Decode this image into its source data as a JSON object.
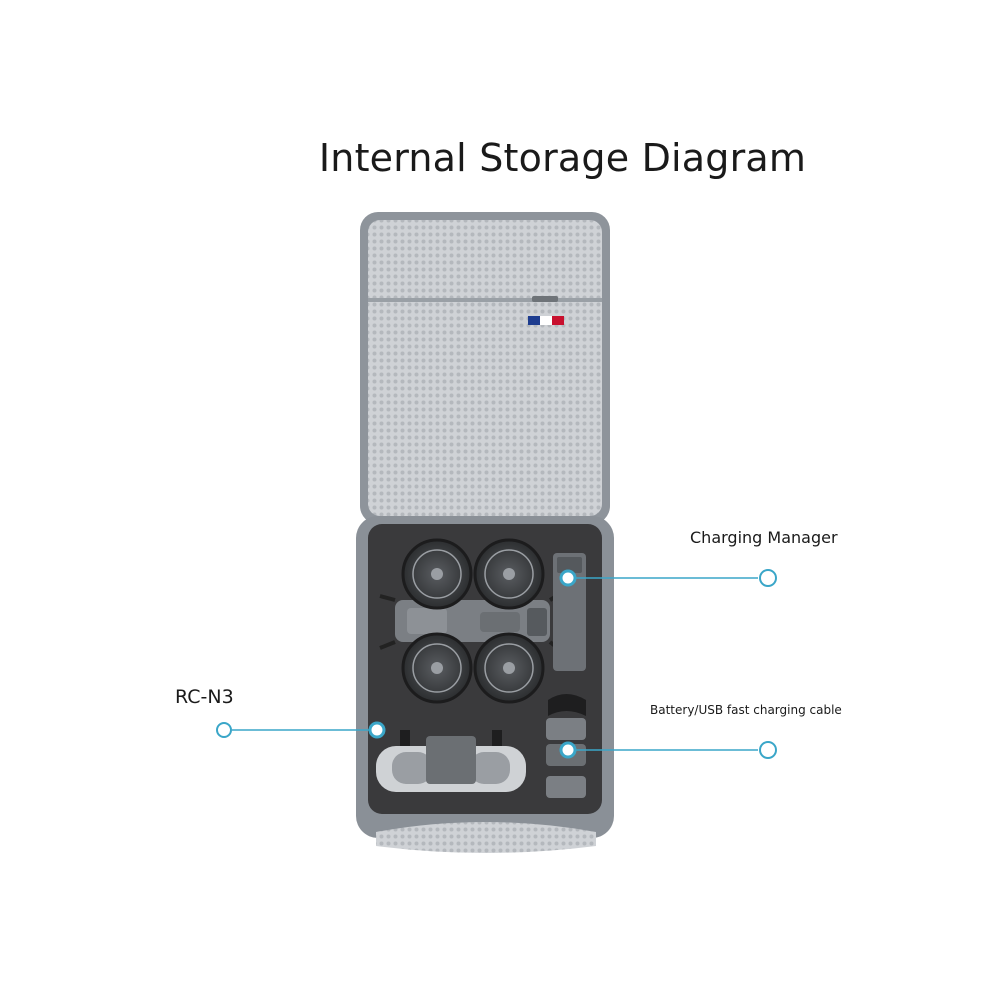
{
  "title": "Internal Storage Diagram",
  "callouts": {
    "charging_manager": "Charging Manager",
    "rc_n3": "RC-N3",
    "battery_cable": "Battery/USB fast charging cable"
  },
  "colors": {
    "callout_line": "#3aa6c8",
    "case_shell": "#8e949b",
    "mesh_lining": "#c8ccd1",
    "foam_insert": "#3a3a3c",
    "drone_gray": "#7b7f84"
  }
}
